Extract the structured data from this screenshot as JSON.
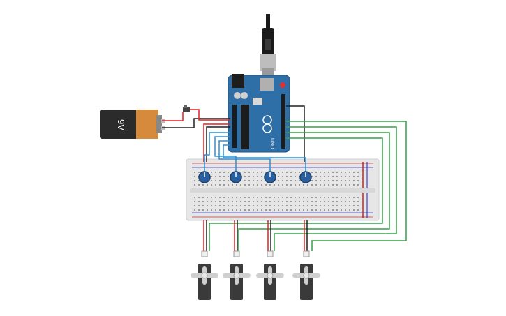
{
  "battery": {
    "label": "9V"
  },
  "arduino": {
    "model_text": "UNO"
  },
  "colors": {
    "board": "#2f6fa8",
    "breadboard": "#e6e6e6",
    "battery_body": "#2b2b2b",
    "battery_band": "#d68a3c",
    "wire_red": "#e02020",
    "wire_black": "#202020",
    "wire_green": "#33a046",
    "wire_blue": "#2b8fd6",
    "servo_body": "#3a3a3a",
    "servo_horn": "#cfcfcf",
    "pot": "#2a5f9e"
  },
  "potentiometers": [
    {
      "id": "pot-1"
    },
    {
      "id": "pot-2"
    },
    {
      "id": "pot-3"
    },
    {
      "id": "pot-4"
    }
  ],
  "servos": [
    {
      "id": "servo-1"
    },
    {
      "id": "servo-2"
    },
    {
      "id": "servo-3"
    },
    {
      "id": "servo-4"
    }
  ]
}
